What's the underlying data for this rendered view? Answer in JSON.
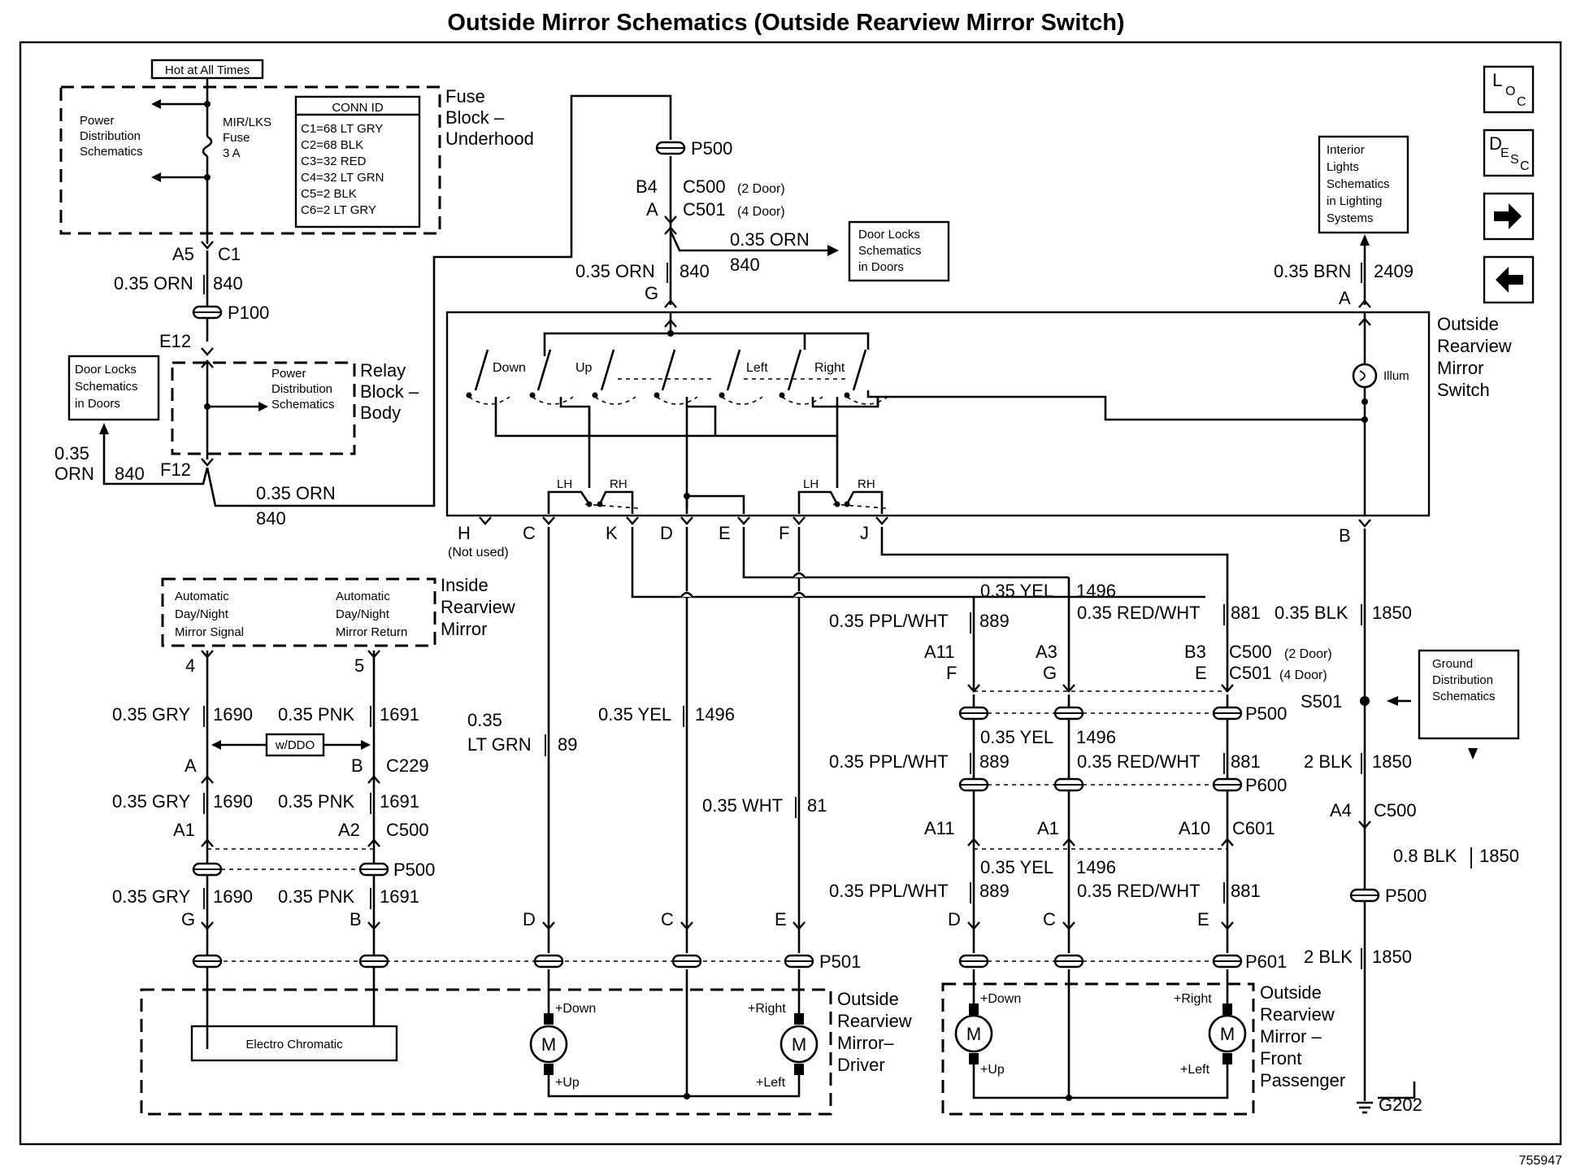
{
  "title": "Outside Mirror Schematics (Outside Rearview Mirror Switch)",
  "figure_id": "755947",
  "nav": {
    "loc": {
      "L": "L",
      "O": "O",
      "C": "C"
    },
    "desc": {
      "D": "D",
      "E": "E",
      "S": "S",
      "C": "C"
    },
    "next_icon": "arrow-right-icon",
    "prev_icon": "arrow-left-icon"
  },
  "fuse_block": {
    "hot_label": "Hot at All Times",
    "title_l1": "Fuse",
    "title_l2": "Block –",
    "title_l3": "Underhood",
    "pd_l1": "Power",
    "pd_l2": "Distribution",
    "pd_l3": "Schematics",
    "fuse_l1": "MIR/LKS",
    "fuse_l2": "Fuse",
    "fuse_l3": "3 A",
    "conn_title": "CONN ID",
    "conn": [
      "C1=68 LT GRY",
      "C2=68 BLK",
      "C3=32 RED",
      "C4=32 LT GRN",
      "C5=2 BLK",
      "C6=2 LT GRY"
    ]
  },
  "left_feed": {
    "a5": "A5",
    "c1": "C1",
    "wire1": "0.35 ORN",
    "circ1": "840",
    "p100": "P100",
    "e12": "E12",
    "f12": "F12",
    "door_locks_l1": "Door Locks",
    "door_locks_l2": "Schematics",
    "door_locks_l3": "in Doors",
    "orn_a": "0.35",
    "orn_b": "ORN",
    "circ2": "840",
    "wire3": "0.35 ORN",
    "circ3": "840"
  },
  "relay_block": {
    "pd_l1": "Power",
    "pd_l2": "Distribution",
    "pd_l3": "Schematics",
    "t1": "Relay",
    "t2": "Block –",
    "t3": "Body"
  },
  "top_center": {
    "p500": "P500",
    "b4": "B4",
    "a": "A",
    "c500": "C500",
    "c500n": "(2 Door)",
    "c501": "C501",
    "c501n": "(4 Door)",
    "wire_right": "0.35 ORN",
    "circ_right": "840",
    "dl_l1": "Door Locks",
    "dl_l2": "Schematics",
    "dl_l3": "in Doors",
    "wire_down": "0.35 ORN",
    "circ_down": "840",
    "g": "G"
  },
  "interior": {
    "l1": "Interior",
    "l2": "Lights",
    "l3": "Schematics",
    "l4": "in Lighting",
    "l5": "Systems",
    "wire": "0.35 BRN",
    "circ": "2409",
    "a": "A"
  },
  "switch": {
    "down": "Down",
    "up": "Up",
    "left": "Left",
    "right": "Right",
    "lh1": "LH",
    "rh1": "RH",
    "lh2": "LH",
    "rh2": "RH",
    "illum": "Illum",
    "t1": "Outside",
    "t2": "Rearview",
    "t3": "Mirror",
    "t4": "Switch"
  },
  "pins": {
    "h": "H",
    "not_used": "(Not used)",
    "c": "C",
    "k": "K",
    "d": "D",
    "e": "E",
    "f": "F",
    "j": "J",
    "b": "B"
  },
  "inside_mirror": {
    "sig_l1": "Automatic",
    "sig_l2": "Day/Night",
    "sig_l3": "Mirror Signal",
    "ret_l1": "Automatic",
    "ret_l2": "Day/Night",
    "ret_l3": "Mirror Return",
    "t1": "Inside",
    "t2": "Rearview",
    "t3": "Mirror",
    "p4": "4",
    "p5": "5",
    "gry": "0.35 GRY",
    "c1690": "1690",
    "pnk": "0.35 PNK",
    "c1691": "1691",
    "a": "A",
    "b": "B",
    "wddo": "w/DDO",
    "c229": "C229",
    "gry2": "0.35 GRY",
    "c1690b": "1690",
    "pnk2": "0.35 PNK",
    "c1691b": "1691",
    "a1": "A1",
    "a2": "A2",
    "c500": "C500",
    "p500": "P500",
    "gry3": "0.35 GRY",
    "c1690c": "1690",
    "pnk3": "0.35 PNK",
    "c1691c": "1691",
    "g": "G",
    "b2": "B"
  },
  "driver": {
    "ltgrn_a": "0.35",
    "ltgrn_b": "LT GRN",
    "c89": "89",
    "yel": "0.35 YEL",
    "c1496": "1496",
    "wht": "0.35 WHT",
    "c81": "81",
    "d": "D",
    "c": "C",
    "e": "E",
    "p501": "P501",
    "electro": "Electro Chromatic",
    "down": "+Down",
    "up": "+Up",
    "right": "+Right",
    "left": "+Left",
    "m1": "M",
    "m2": "M",
    "t1": "Outside",
    "t2": "Rearview",
    "t3": "Mirror–",
    "t4": "Driver"
  },
  "passenger": {
    "yel": "0.35 YEL",
    "c1496": "1496",
    "redwht": "0.35 RED/WHT",
    "c881": "881",
    "ppl": "0.35 PPL/WHT",
    "c889": "889",
    "blk": "0.35 BLK",
    "c1850": "1850",
    "a11": "A11",
    "a3": "A3",
    "b3": "B3",
    "c500": "C500",
    "c500n": "(2 Door)",
    "f": "F",
    "g": "G",
    "e": "E",
    "c501": "C501",
    "c501n": "(4 Door)",
    "p500": "P500",
    "yel2": "0.35 YEL",
    "c1496b": "1496",
    "ppl2": "0.35 PPL/WHT",
    "c889b": "889",
    "redwht2": "0.35 RED/WHT",
    "c881b": "881",
    "p600": "P600",
    "a11b": "A11",
    "a1": "A1",
    "a10": "A10",
    "c601": "C601",
    "yel3": "0.35 YEL",
    "c1496c": "1496",
    "ppl3": "0.35 PPL/WHT",
    "c889c": "889",
    "redwht3": "0.35 RED/WHT",
    "c881c": "881",
    "d": "D",
    "c": "C",
    "e2": "E",
    "p601": "P601",
    "down": "+Down",
    "up": "+Up",
    "right": "+Right",
    "left": "+Left",
    "m1": "M",
    "m2": "M",
    "t1": "Outside",
    "t2": "Rearview",
    "t3": "Mirror –",
    "t4": "Front",
    "t5": "Passenger"
  },
  "ground": {
    "s501": "S501",
    "gd_l1": "Ground",
    "gd_l2": "Distribution",
    "gd_l3": "Schematics",
    "blk2": "2 BLK",
    "c1850": "1850",
    "a4": "A4",
    "c500": "C500",
    "blk08": "0.8 BLK",
    "c1850b": "1850",
    "p500": "P500",
    "blk2b": "2 BLK",
    "c1850c": "1850",
    "g202": "G202"
  }
}
